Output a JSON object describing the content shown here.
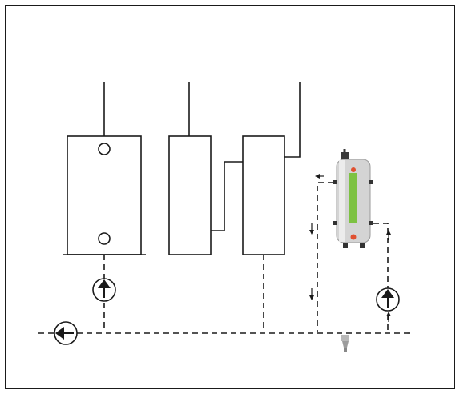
{
  "diagram": {
    "type": "heating-system-schematic",
    "components": [
      {
        "name": "boiler-tank",
        "icon": "tank-with-two-ports"
      },
      {
        "name": "unit-middle",
        "icon": "rectangular-unit"
      },
      {
        "name": "unit-right",
        "icon": "rectangular-unit"
      },
      {
        "name": "storage-water-heater",
        "icon": "cylinder-heater",
        "accent_color": "#7dc242",
        "body_color": "#d9d9d9"
      },
      {
        "name": "circulation-pump-left",
        "icon": "pump-arrow-up"
      },
      {
        "name": "circulation-pump-right",
        "icon": "pump-arrow-up"
      },
      {
        "name": "circulation-pump-main",
        "icon": "pump-arrow-left"
      },
      {
        "name": "drain-valve",
        "icon": "valve"
      }
    ],
    "colors": {
      "line": "#1a1a1a",
      "background": "#ffffff",
      "accent": "#7dc242"
    }
  }
}
